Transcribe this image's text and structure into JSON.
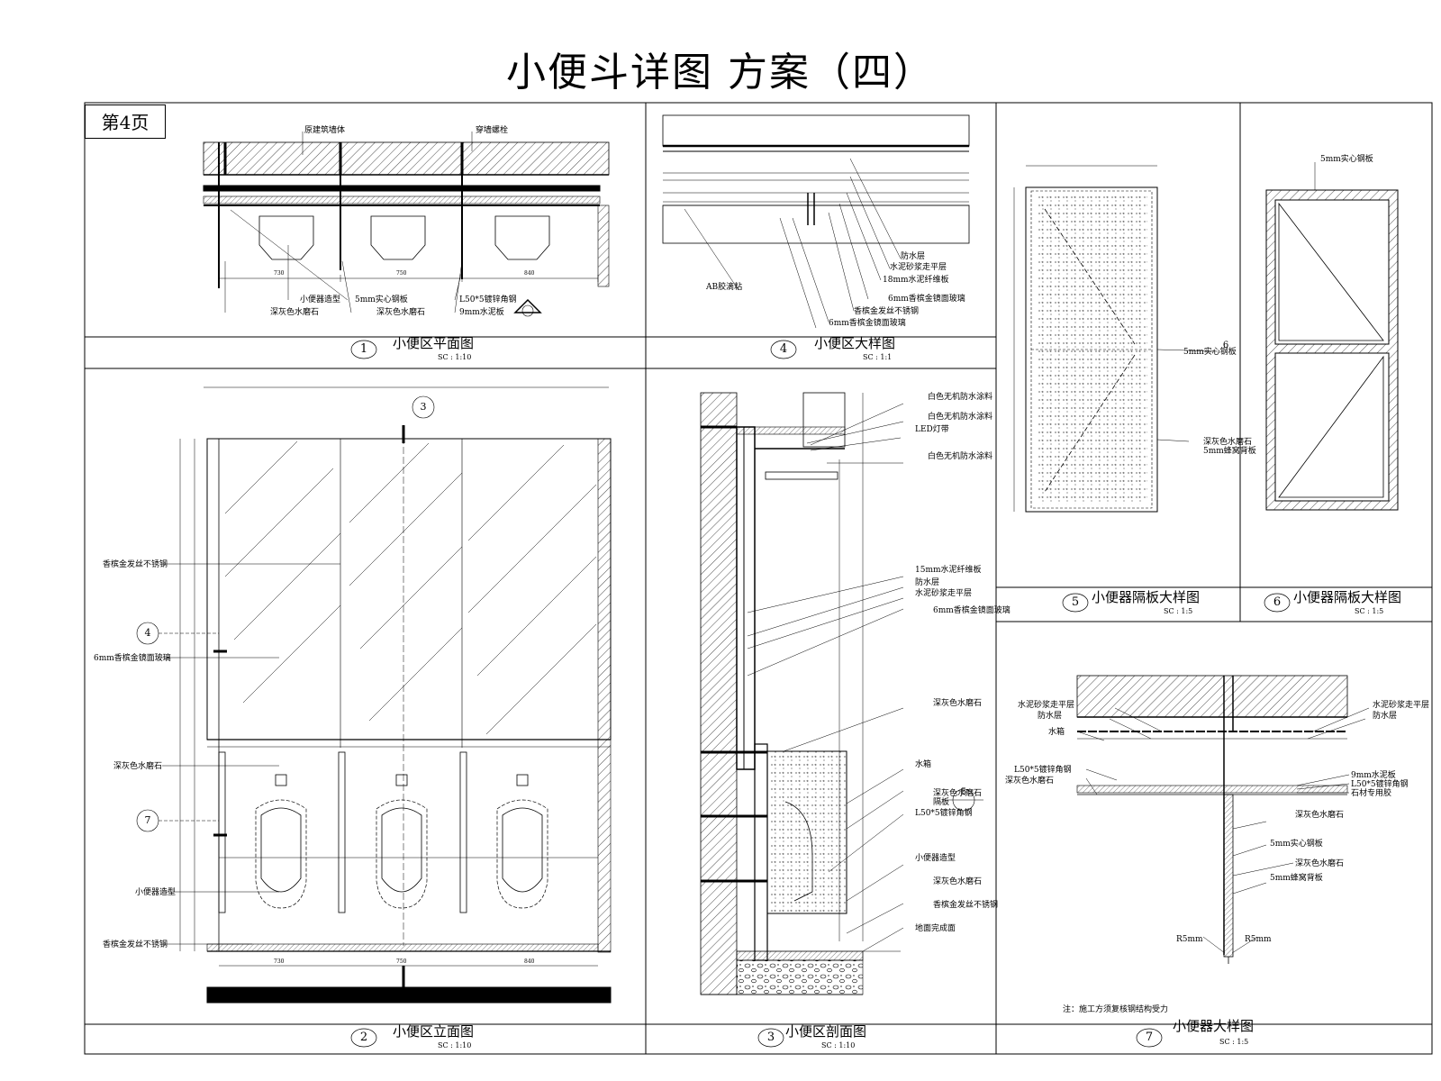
{
  "title": "小便斗详图 方案（四）",
  "page_label": "第4页",
  "views": {
    "v1": {
      "num": "1",
      "title": "小便区平面图",
      "scale": "SC :  1:10"
    },
    "v2": {
      "num": "2",
      "title": "小便区立面图",
      "scale": "SC :  1:10"
    },
    "v3": {
      "num": "3",
      "title": "小便区剖面图",
      "scale": "SC :  1:10"
    },
    "v4": {
      "num": "4",
      "title": "小便区大样图",
      "scale": "SC :  1:1"
    },
    "v5": {
      "num": "5",
      "title": "小便器隔板大样图",
      "scale": "SC :  1:5"
    },
    "v6": {
      "num": "6",
      "title": "小便器隔板大样图",
      "scale": "SC :  1:5"
    },
    "v7": {
      "num": "7",
      "title": "小便器大样图",
      "scale": "SC :  1:5"
    }
  },
  "plan_notes": {
    "wall": "原建筑墙体",
    "bolt": "穿墙螺栓",
    "urinal": "小便器造型",
    "steel": "5mm实心钢板",
    "angle": "L50*5镀锌角钢",
    "terrazzo1": "深灰色水磨石",
    "terrazzo2": "深灰色水磨石",
    "cement": "9mm水泥板",
    "dims": [
      "730",
      "750",
      "840"
    ]
  },
  "detail4_notes": {
    "glue": "AB胶滴粘",
    "waterproof": "防水层",
    "mortar": "水泥砂浆走平层",
    "fiber": "18mm水泥纤维板",
    "mirror": "6mm香槟金镜面玻璃",
    "ss": "香槟金发丝不锈钢",
    "mirror2": "6mm香槟金镜面玻璃"
  },
  "elev_notes": {
    "ss_top": "香槟金发丝不锈钢",
    "mirror": "6mm香槟金镜面玻璃",
    "terrazzo": "深灰色水磨石",
    "urinal": "小便器造型",
    "ss_bottom": "香槟金发丝不锈钢",
    "marker3": "3",
    "marker4": "4",
    "marker7": "7",
    "dims": [
      "730",
      "750",
      "840"
    ]
  },
  "section_notes": {
    "paint1": "白色无机防水涂料",
    "paint2": "白色无机防水涂料",
    "led": "LED灯带",
    "paint3": "白色无机防水涂料",
    "fiber": "15mm水泥纤维板",
    "waterproof": "防水层",
    "mortar": "水泥砂浆走平层",
    "mirror": "6mm香槟金镜面玻璃",
    "terrazzo1": "深灰色水磨石",
    "tank": "水箱",
    "terrazzo2": "深灰色水磨石",
    "partition": "隔板",
    "angle": "L50*5镀锌角钢",
    "urinal": "小便器造型",
    "terrazzo3": "深灰色水磨石",
    "ss": "香槟金发丝不锈钢",
    "floor": "地面完成面",
    "marker5": "5"
  },
  "detail5_notes": {
    "steel": "5mm实心钢板",
    "terrazzo": "深灰色水磨石",
    "honeycomb": "5mm蜂窝背板",
    "marker6": "6"
  },
  "detail6_notes": {
    "steel": "5mm实心钢板"
  },
  "detail7_notes": {
    "mortar_l": "水泥砂浆走平层",
    "waterproof_l": "防水层",
    "tank": "水箱",
    "angle_l": "L50*5镀锌角钢",
    "terrazzo_l": "深灰色水磨石",
    "mortar_r": "水泥砂浆走平层",
    "waterproof_r": "防水层",
    "cement": "9mm水泥板",
    "angle_r": "L50*5镀锌角钢",
    "stone_glue": "石材专用胶",
    "terrazzo_r1": "深灰色水磨石",
    "steel": "5mm实心钢板",
    "terrazzo_r2": "深灰色水磨石",
    "honeycomb": "5mm蜂窝背板",
    "r5_left": "R5mm",
    "r5_right": "R5mm",
    "footnote": "注：施工方须复核钢结构受力"
  }
}
